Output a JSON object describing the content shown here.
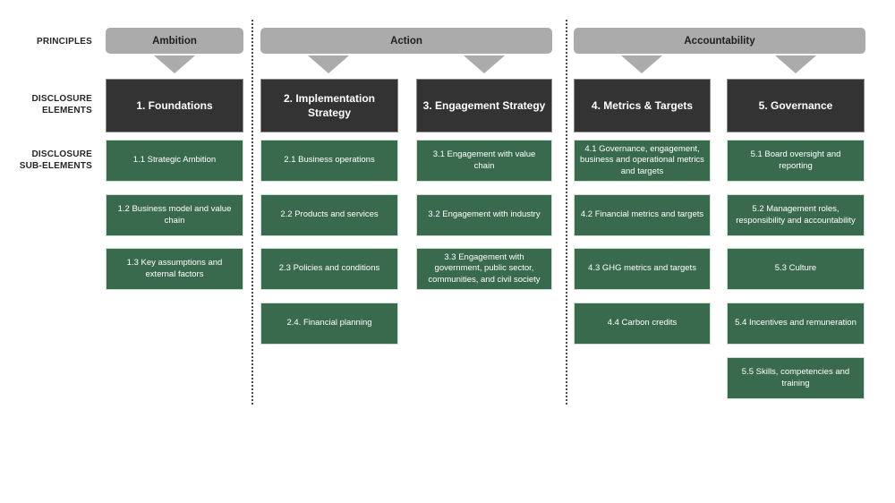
{
  "row_labels": [
    {
      "id": "principles",
      "text": "PRINCIPLES"
    },
    {
      "id": "elements",
      "line1": "DISCLOSURE",
      "line2": "ELEMENTS"
    },
    {
      "id": "subelements",
      "line1": "DISCLOSURE",
      "line2": "SUB-ELEMENTS"
    }
  ],
  "colors": {
    "principle_pill": "#ababab",
    "arrow": "#ababab",
    "element_box": "#333333",
    "sub_element_box": "#3a6a4e",
    "divider": "#4d4d4d",
    "text_on_dark": "#ffffff",
    "label_text": "#262626",
    "background": "#ffffff"
  },
  "principles": [
    {
      "id": "ambition",
      "label": "Ambition"
    },
    {
      "id": "action",
      "label": "Action"
    },
    {
      "id": "accountability",
      "label": "Accountability"
    }
  ],
  "elements": [
    {
      "id": "foundations",
      "label": "1. Foundations"
    },
    {
      "id": "implementation-strategy",
      "label": "2. Implementation Strategy"
    },
    {
      "id": "engagement-strategy",
      "label": "3. Engagement Strategy"
    },
    {
      "id": "metrics-targets",
      "label": "4. Metrics & Targets"
    },
    {
      "id": "governance",
      "label": "5. Governance"
    }
  ],
  "sub_elements": {
    "col1": [
      "1.1 Strategic Ambition",
      "1.2 Business model and value chain",
      "1.3 Key assumptions and external factors"
    ],
    "col2": [
      "2.1 Business operations",
      "2.2 Products and services",
      "2.3 Policies and conditions",
      "2.4. Financial planning"
    ],
    "col3": [
      "3.1 Engagement with value chain",
      "3.2 Engagement with industry",
      "3.3 Engagement with government, public sector, communities, and civil society"
    ],
    "col4": [
      "4.1 Governance, engagement, business and operational metrics and targets",
      "4.2 Financial metrics and targets",
      "4.3 GHG metrics and targets",
      "4.4 Carbon credits"
    ],
    "col5": [
      "5.1 Board oversight and reporting",
      "5.2 Management roles, responsibility and accountability",
      "5.3 Culture",
      "5.4 Incentives and remuneration",
      "5.5 Skills, competencies and training"
    ]
  }
}
